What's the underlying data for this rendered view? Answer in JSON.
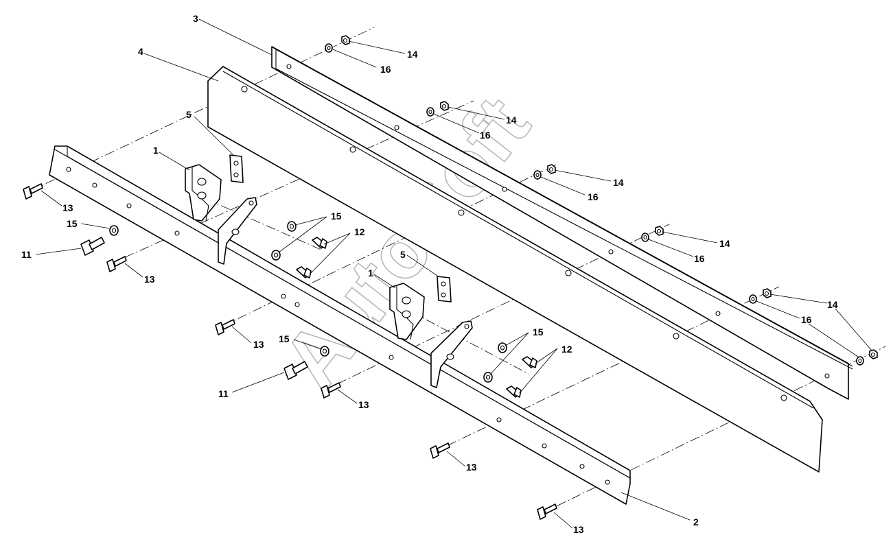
{
  "watermark": "AutoSoft",
  "callouts": {
    "c1a": "1",
    "c1b": "1",
    "c2": "2",
    "c3": "3",
    "c4": "4",
    "c5a": "5",
    "c5b": "5",
    "c11a": "11",
    "c11b": "11",
    "c12a": "12",
    "c12b": "12",
    "c13a": "13",
    "c13b": "13",
    "c13c": "13",
    "c13d": "13",
    "c13e": "13",
    "c13f": "13",
    "c14a": "14",
    "c14b": "14",
    "c14c": "14",
    "c14d": "14",
    "c14e": "14",
    "c15a": "15",
    "c15b": "15",
    "c15c": "15",
    "c15d": "15",
    "c16a": "16",
    "c16b": "16",
    "c16c": "16",
    "c16d": "16",
    "c16e": "16"
  }
}
